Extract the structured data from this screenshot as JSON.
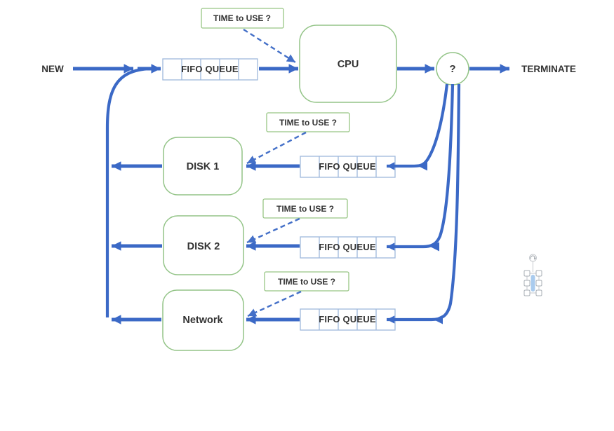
{
  "diagram": {
    "entry_label": "NEW",
    "exit_label": "TERMINATE",
    "cpu_label": "CPU",
    "router_label": "?",
    "disk1_label": "DISK 1",
    "disk2_label": "DISK 2",
    "network_label": "Network",
    "fifo_queue_label": "FIFO QUEUE",
    "time_to_use_label": "TIME to USE ?",
    "colors": {
      "flow_arrow_blue": "#3B69C6",
      "server_border_green": "#93C487",
      "queue_border_blue": "#9FB8DC",
      "label_text": "#333333"
    }
  },
  "selection_widget": {
    "colors": {
      "handle_border": "#A9AFB6",
      "selected_bar_fill": "#A9CBEE"
    }
  }
}
